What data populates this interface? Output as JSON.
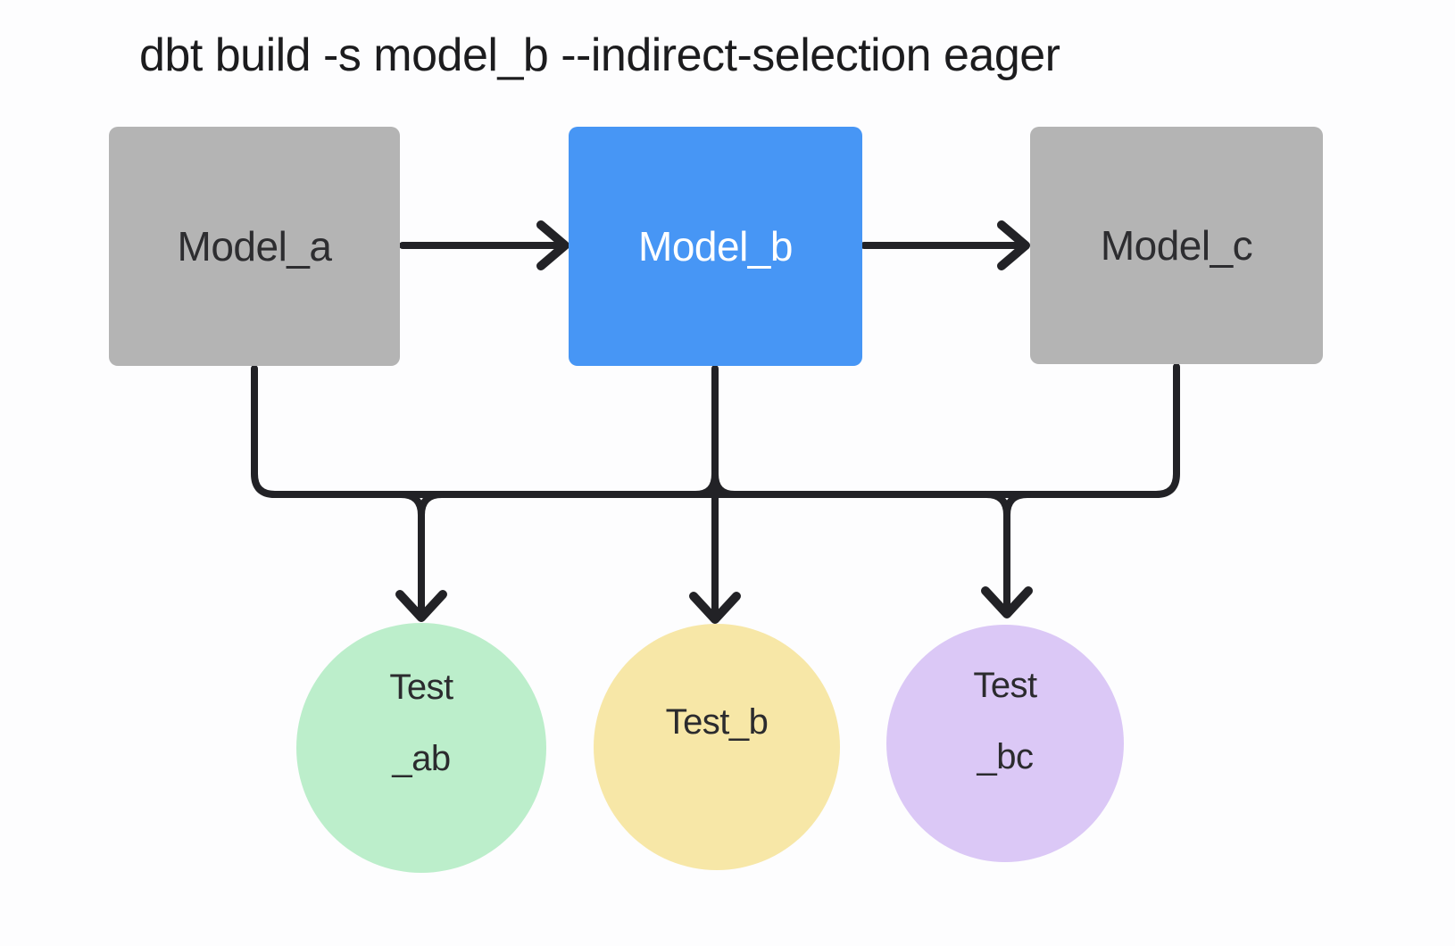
{
  "title": "dbt build -s model_b --indirect-selection eager",
  "nodes": {
    "model_a": {
      "label": "Model_a",
      "type": "model",
      "fill": "#b4b4b4",
      "selected": false
    },
    "model_b": {
      "label": "Model_b",
      "type": "model",
      "fill": "#4796f5",
      "selected": true
    },
    "model_c": {
      "label": "Model_c",
      "type": "model",
      "fill": "#b4b4b4",
      "selected": false
    },
    "test_ab": {
      "label": "Test_ab",
      "label_lines": [
        "Test",
        "_ab"
      ],
      "type": "test",
      "fill": "#bceecb"
    },
    "test_b": {
      "label": "Test_b",
      "label_lines": [
        "Test_b"
      ],
      "type": "test",
      "fill": "#f7e7a7"
    },
    "test_bc": {
      "label": "Test_bc",
      "label_lines": [
        "Test",
        "_bc"
      ],
      "type": "test",
      "fill": "#dbc8f6"
    }
  },
  "edges": [
    {
      "from": "model_a",
      "to": "model_b"
    },
    {
      "from": "model_b",
      "to": "model_c"
    },
    {
      "from": "model_a",
      "to": "test_ab"
    },
    {
      "from": "model_b",
      "to": "test_ab"
    },
    {
      "from": "model_b",
      "to": "test_b"
    },
    {
      "from": "model_b",
      "to": "test_bc"
    },
    {
      "from": "model_c",
      "to": "test_bc"
    }
  ],
  "colors": {
    "background": "#fdfdfe",
    "connector": "#222226",
    "title_text": "#1c1c1e",
    "model_text": "#2d2d30",
    "selected_model_fill": "#4796f5",
    "selected_model_text": "#ffffff",
    "unselected_model_fill": "#b4b4b4",
    "test_text": "#2b2b2e",
    "test_ab_fill": "#bceecb",
    "test_b_fill": "#f7e7a7",
    "test_bc_fill": "#dbc8f6"
  }
}
